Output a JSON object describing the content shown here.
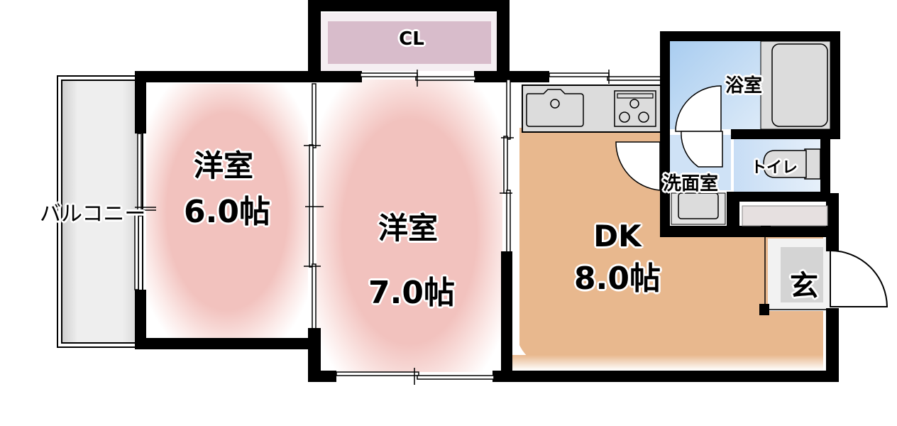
{
  "floorplan": {
    "closet": {
      "label": "CL",
      "color": "#d8bccb"
    },
    "balcony": {
      "label": "バルコニー",
      "color": "#e6e6e6"
    },
    "western_room_1": {
      "name": "洋室",
      "size": "6.0帖",
      "color": "#f2c4c0"
    },
    "western_room_2": {
      "name": "洋室",
      "size": "7.0帖",
      "color": "#f2c4c0"
    },
    "dining_kitchen": {
      "name": "DK",
      "size": "8.0帖",
      "color": "#e8b88e"
    },
    "bathroom": {
      "label": "浴室",
      "color": "#b8d6f2"
    },
    "toilet": {
      "label": "トイレ",
      "color": "#b8d6f2"
    },
    "washroom": {
      "label": "洗面室",
      "color": "#b8d6f2"
    },
    "entrance": {
      "label": "玄",
      "color": "#d4d4d4"
    },
    "fixtures": [
      "kitchen-sink",
      "stove",
      "bathtub",
      "toilet-bowl",
      "washbasin",
      "shoe-cabinet"
    ]
  }
}
